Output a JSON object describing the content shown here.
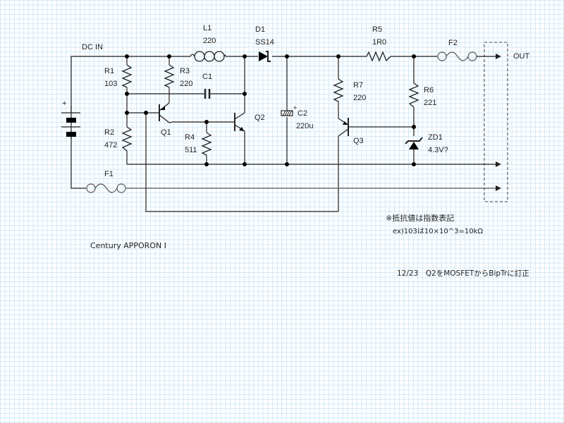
{
  "title": "Century APPORON I",
  "labels": {
    "dc_in": "DC IN",
    "out": "OUT",
    "battery_plus": "+"
  },
  "components": {
    "R1": {
      "name": "R1",
      "value": "103"
    },
    "R2": {
      "name": "R2",
      "value": "472"
    },
    "R3": {
      "name": "R3",
      "value": "220"
    },
    "R4": {
      "name": "R4",
      "value": "511"
    },
    "R5": {
      "name": "R5",
      "value": "1R0"
    },
    "R6": {
      "name": "R6",
      "value": "221"
    },
    "R7": {
      "name": "R7",
      "value": "220"
    },
    "L1": {
      "name": "L1",
      "value": "220"
    },
    "D1": {
      "name": "D1",
      "value": "SS14"
    },
    "C1": {
      "name": "C1"
    },
    "C2": {
      "name": "C2",
      "value": "220u",
      "polarity": "+"
    },
    "Q1": {
      "name": "Q1"
    },
    "Q2": {
      "name": "Q2"
    },
    "Q3": {
      "name": "Q3"
    },
    "ZD1": {
      "name": "ZD1",
      "value": "4.3V?"
    },
    "F1": {
      "name": "F1"
    },
    "F2": {
      "name": "F2"
    }
  },
  "notes": {
    "resistor_note_line1": "※抵抗値は指数表記",
    "resistor_note_line2": "ex)103は10×10^3=10kΩ",
    "revision": "12/23　Q2をMOSFETからBipTrに訂正"
  }
}
